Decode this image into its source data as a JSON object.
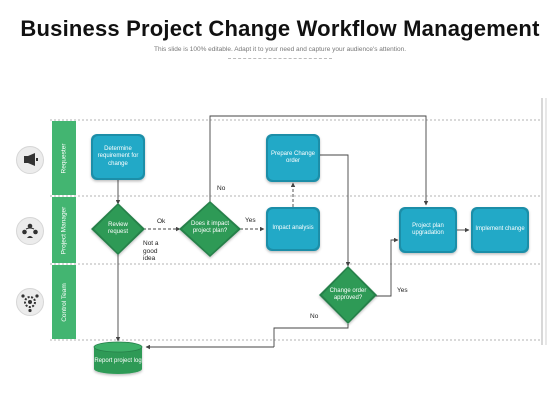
{
  "title": "Business Project Change Workflow Management",
  "subtitle": "This slide is 100% editable. Adapt it to your need and capture your audience's attention.",
  "lanes": [
    {
      "label": "Requester",
      "icon": "megaphone-icon"
    },
    {
      "label": "Project Manager",
      "icon": "team-icon"
    },
    {
      "label": "Control Team",
      "icon": "gear-people-icon"
    }
  ],
  "nodes": {
    "determine": "Determine requirement for change",
    "prepare": "Prepare Change order",
    "review": "Review request",
    "impact_q": "Does it impact project plan?",
    "impact_analysis": "Impact analysis",
    "plan_upgrade": "Project plan upgradation",
    "implement": "Implement change",
    "change_approved": "Change order approved?",
    "report": "Report project log"
  },
  "edge_labels": {
    "ok": "Ok",
    "not_good": "Not a good idea",
    "yes_impact": "Yes",
    "no_impact": "No",
    "yes_approved": "Yes",
    "no_approved": "No"
  },
  "colors": {
    "lane_green": "#43b571",
    "node_teal": "#21a9c7",
    "node_teal_dark": "#1b8ea8",
    "diamond_green": "#2e9a56",
    "diamond_green_dark": "#25804a"
  }
}
